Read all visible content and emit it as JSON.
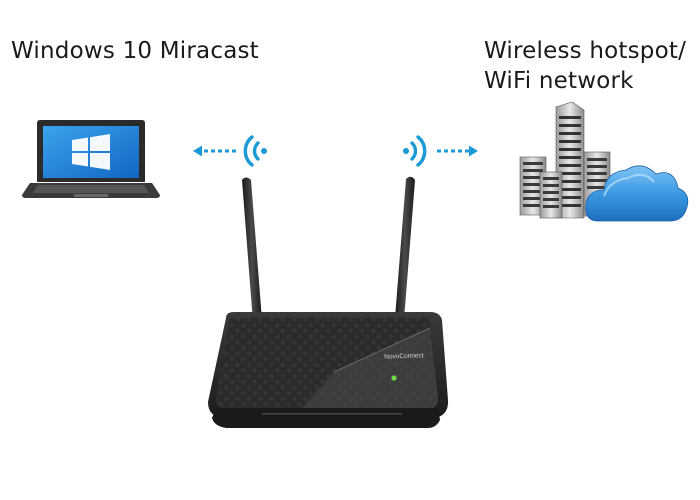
{
  "labels": {
    "left": "Windows 10 Miracast",
    "right_line1": "Wireless hotspot/",
    "right_line2": "WiFi network"
  },
  "router": {
    "brand": "NovoConnect"
  },
  "icons": {
    "laptop": "laptop-windows-icon",
    "city": "city-buildings-icon",
    "cloud": "cloud-icon",
    "wifi_left": "wifi-signal-left-icon",
    "wifi_right": "wifi-signal-right-icon",
    "arrow_left": "dotted-arrow-left-icon",
    "arrow_right": "dotted-arrow-right-icon"
  },
  "colors": {
    "accent": "#1b9ad6",
    "windows_blue": "#1e7fd6",
    "router_body": "#2a2a2a",
    "cloud": "#2d8fdc"
  }
}
